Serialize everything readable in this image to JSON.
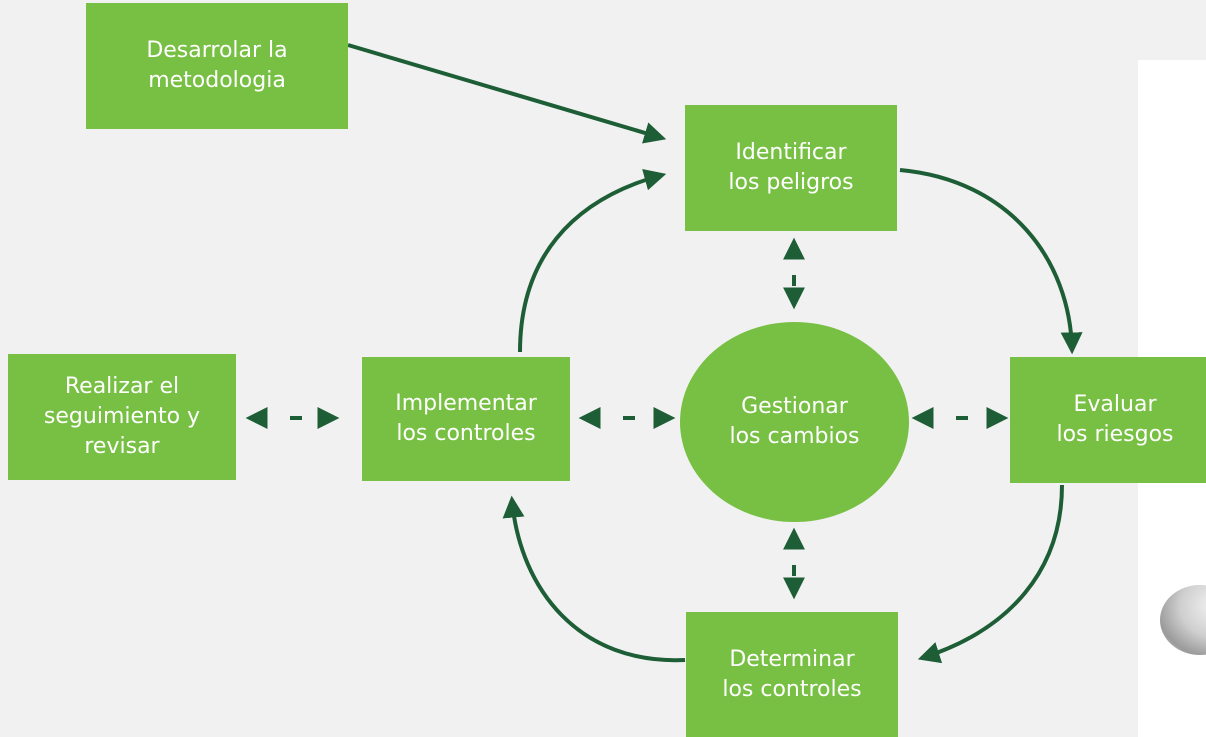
{
  "diagram": {
    "nodes": {
      "desarrollar": {
        "label": "Desarrolar la\nmetodologia"
      },
      "identificar": {
        "label": "Identificar\nlos peligros"
      },
      "realizar": {
        "label": "Realizar el\nseguimiento y\nrevisar"
      },
      "implementar": {
        "label": "Implementar\nlos controles"
      },
      "gestionar": {
        "label": "Gestionar\nlos cambios"
      },
      "evaluar": {
        "label": "Evaluar\nlos riesgos"
      },
      "determinar": {
        "label": "Determinar\nlos controles"
      }
    },
    "edges": [
      {
        "from": "desarrollar",
        "to": "identificar",
        "style": "arrow"
      },
      {
        "from": "identificar",
        "to": "evaluar",
        "style": "curved-arrow"
      },
      {
        "from": "evaluar",
        "to": "determinar",
        "style": "curved-arrow"
      },
      {
        "from": "determinar",
        "to": "implementar",
        "style": "curved-arrow"
      },
      {
        "from": "implementar",
        "to": "identificar",
        "style": "curved-arrow"
      },
      {
        "from": "realizar",
        "to": "implementar",
        "style": "bidirectional"
      },
      {
        "from": "implementar",
        "to": "gestionar",
        "style": "bidirectional"
      },
      {
        "from": "gestionar",
        "to": "evaluar",
        "style": "bidirectional"
      },
      {
        "from": "identificar",
        "to": "gestionar",
        "style": "bidirectional"
      },
      {
        "from": "gestionar",
        "to": "determinar",
        "style": "bidirectional"
      }
    ],
    "colors": {
      "node_fill": "#77c043",
      "node_text": "#ffffff",
      "arrow": "#1e5e36",
      "background": "#f1f1f1"
    }
  }
}
